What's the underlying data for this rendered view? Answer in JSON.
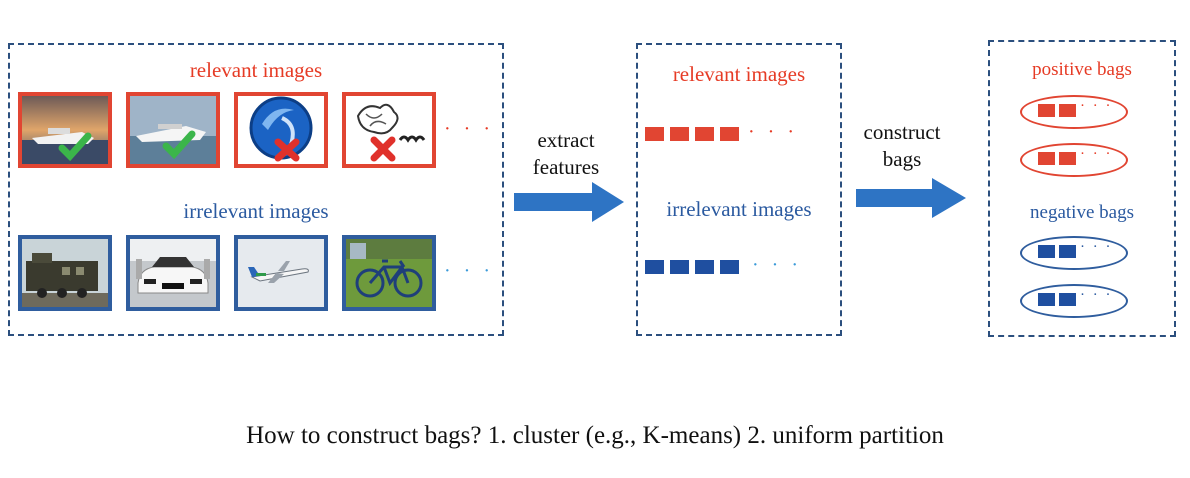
{
  "left_panel": {
    "relevant_label": "relevant images",
    "irrelevant_label": "irrelevant images",
    "relevant_thumbs": [
      {
        "name": "yacht-sunset-image",
        "mark": "check"
      },
      {
        "name": "yacht-sea-image",
        "mark": "check"
      },
      {
        "name": "blue-sphere-image",
        "mark": "cross"
      },
      {
        "name": "sketch-image",
        "mark": "cross"
      }
    ],
    "irrelevant_thumbs": [
      {
        "name": "train-image"
      },
      {
        "name": "car-image"
      },
      {
        "name": "airplane-image"
      },
      {
        "name": "bicycle-image"
      }
    ],
    "ellipsis": "· · ·"
  },
  "arrow1": {
    "label_line1": "extract",
    "label_line2": "features"
  },
  "middle_panel": {
    "relevant_label": "relevant images",
    "irrelevant_label": "irrelevant images",
    "ellipsis": "· · ·"
  },
  "arrow2": {
    "label_line1": "construct",
    "label_line2": "bags"
  },
  "right_panel": {
    "positive_label": "positive bags",
    "negative_label": "negative bags",
    "bag_ellipsis": "· · ·"
  },
  "caption": "How to construct bags? 1. cluster (e.g., K-means) 2. uniform partition",
  "colors": {
    "relevant": "#e14532",
    "irrelevant": "#2b5aa0",
    "arrow": "#2e74c4",
    "border": "#2b4f7e"
  }
}
